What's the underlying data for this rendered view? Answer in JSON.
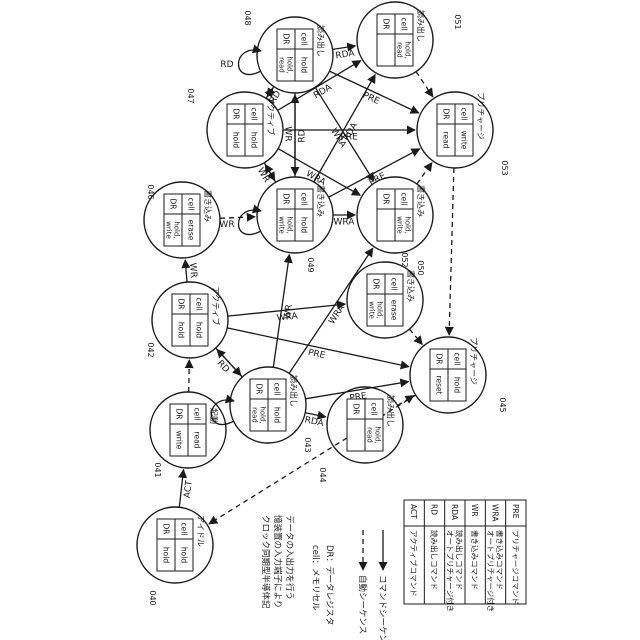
{
  "states": [
    {
      "id": "040",
      "name": "アイドル",
      "cells": [
        "cell",
        "hold",
        "DR",
        "hold"
      ]
    },
    {
      "id": "041",
      "name": "起動",
      "cells": [
        "cell",
        "read",
        "DR",
        "write"
      ]
    },
    {
      "id": "042",
      "name": "アクティブ",
      "cells": [
        "cell",
        "hold",
        "DR",
        "hold"
      ]
    },
    {
      "id": "043",
      "name": "読み出し",
      "cells": [
        "cell",
        "hold",
        "DR",
        "hold,\nread"
      ]
    },
    {
      "id": "044",
      "name": "読み出し",
      "cells": [
        "cell",
        "hold,\nread",
        "DR",
        ""
      ]
    },
    {
      "id": "045",
      "name": "プリチャージ",
      "cells": [
        "cell",
        "hold",
        "DR",
        "reset"
      ]
    },
    {
      "id": "046",
      "name": "書き込み",
      "cells": [
        "cell",
        "erase",
        "DR",
        "hold,\nwrite"
      ]
    },
    {
      "id": "047",
      "name": "アクティブ",
      "cells": [
        "cell",
        "hold",
        "DR",
        "hold"
      ]
    },
    {
      "id": "048",
      "name": "読み出し",
      "cells": [
        "cell",
        "hold",
        "DR",
        "hold,\nread"
      ]
    },
    {
      "id": "049",
      "name": "書き込み",
      "cells": [
        "cell",
        "hold",
        "DR",
        "hold,\nwrite"
      ]
    },
    {
      "id": "050",
      "name": "書き込み",
      "cells": [
        "cell",
        "erase",
        "DR",
        "hold,\nwrite"
      ]
    },
    {
      "id": "051",
      "name": "読み出し",
      "cells": [
        "cell",
        "hold,\nread",
        "DR",
        ""
      ]
    },
    {
      "id": "052",
      "name": "書き込み",
      "cells": [
        "cell",
        "hold,\nwrite",
        "DR",
        ""
      ]
    },
    {
      "id": "053",
      "name": "プリチャージ",
      "cells": [
        "cell",
        "write",
        "DR",
        "read"
      ]
    }
  ],
  "edges": [
    {
      "from": "040",
      "to": "041",
      "label": "ACT",
      "style": "solid"
    },
    {
      "from": "041",
      "to": "042",
      "label": "",
      "style": "dashed"
    },
    {
      "from": "042",
      "to": "046",
      "label": "WR",
      "style": "solid"
    },
    {
      "from": "042",
      "to": "043",
      "label": "RD",
      "style": "solid"
    },
    {
      "from": "042",
      "to": "050",
      "label": "WRA",
      "style": "solid"
    },
    {
      "from": "042",
      "to": "045",
      "label": "PRE",
      "style": "solid"
    },
    {
      "from": "043",
      "to": "044",
      "label": "RDA",
      "style": "solid"
    },
    {
      "from": "043",
      "to": "042",
      "label": "",
      "style": "dashed"
    },
    {
      "from": "043",
      "to": "049",
      "label": "WR",
      "style": "solid"
    },
    {
      "from": "043",
      "to": "052",
      "label": "WRA",
      "style": "solid"
    },
    {
      "from": "043",
      "to": "045",
      "label": "PRE",
      "style": "solid"
    },
    {
      "from": "044",
      "to": "045",
      "label": "",
      "style": "dashed"
    },
    {
      "from": "045",
      "to": "040",
      "label": "",
      "style": "dashed"
    },
    {
      "from": "046",
      "to": "049",
      "label": "",
      "style": "dashed"
    },
    {
      "from": "047",
      "to": "048",
      "label": "RD",
      "style": "solid"
    },
    {
      "from": "047",
      "to": "051",
      "label": "RDA",
      "style": "solid"
    },
    {
      "from": "047",
      "to": "049",
      "label": "WR",
      "style": "solid"
    },
    {
      "from": "047",
      "to": "052",
      "label": "WRA",
      "style": "solid"
    },
    {
      "from": "047",
      "to": "053",
      "label": "PRE",
      "style": "solid"
    },
    {
      "from": "048",
      "to": "047",
      "label": "",
      "style": "dashed"
    },
    {
      "from": "048",
      "to": "051",
      "label": "RDA",
      "style": "solid"
    },
    {
      "from": "048",
      "to": "049",
      "label": "WR",
      "style": "solid"
    },
    {
      "from": "048",
      "to": "052",
      "label": "WRA",
      "style": "solid"
    },
    {
      "from": "048",
      "to": "053",
      "label": "PRE",
      "style": "solid"
    },
    {
      "from": "049",
      "to": "047",
      "label": "",
      "style": "dashed"
    },
    {
      "from": "049",
      "to": "048",
      "label": "RD",
      "style": "solid"
    },
    {
      "from": "049",
      "to": "051",
      "label": "RDA",
      "style": "solid"
    },
    {
      "from": "049",
      "to": "052",
      "label": "WRA",
      "style": "solid"
    },
    {
      "from": "049",
      "to": "053",
      "label": "PRE",
      "style": "solid"
    },
    {
      "from": "050",
      "to": "045",
      "label": "",
      "style": "dashed"
    },
    {
      "from": "051",
      "to": "053",
      "label": "",
      "style": "dashed"
    },
    {
      "from": "052",
      "to": "053",
      "label": "",
      "style": "dashed"
    },
    {
      "from": "053",
      "to": "045",
      "label": "",
      "style": "dashed"
    }
  ],
  "self_loops": [
    {
      "state": "043",
      "label": "RD"
    },
    {
      "state": "048",
      "label": "RD"
    },
    {
      "state": "049",
      "label": "WR"
    }
  ],
  "notes": {
    "line1": "クロック同期型半導体記",
    "line2": "憶装置の入力端子により",
    "line3": "データの入出力を行う",
    "cell_def": "cell：メモリセル",
    "dr_def": "DR：データレジスタ"
  },
  "line_legend": [
    {
      "style": "dashed",
      "label": "自動シーケンス"
    },
    {
      "style": "solid",
      "label": "コマンドシーケンス"
    }
  ],
  "command_table": [
    {
      "cmd": "ACT",
      "desc": "アクティブコマンド"
    },
    {
      "cmd": "RD",
      "desc": "読み出しコマンド"
    },
    {
      "cmd": "RDA",
      "desc": "オートプリチャージ付き\n読み出しコマンド"
    },
    {
      "cmd": "WR",
      "desc": "書き込みコマンド"
    },
    {
      "cmd": "WRA",
      "desc": "オートプリチャージ付き\n書き込みコマンド"
    },
    {
      "cmd": "PRE",
      "desc": "プリチャージコマンド"
    }
  ]
}
